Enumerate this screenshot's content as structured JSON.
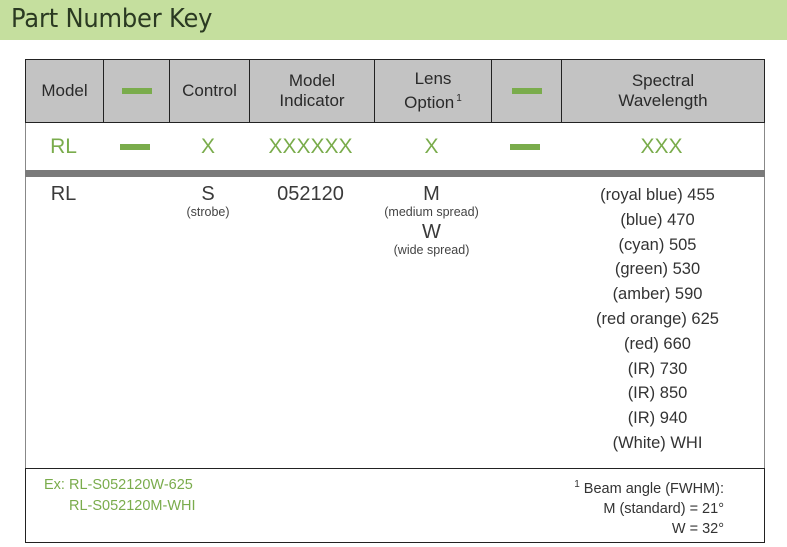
{
  "title": "Part Number Key",
  "colors": {
    "title_bar": "#c5df9e",
    "accent_green": "#7aac4c",
    "header_bg": "#c3c3c3",
    "divider_bar": "#7a7a7a"
  },
  "header": {
    "columns": [
      {
        "label": "Model"
      },
      {
        "label": "",
        "icon": "dash-separator"
      },
      {
        "label": "Control"
      },
      {
        "label_line1": "Model",
        "label_line2": "Indicator"
      },
      {
        "label_line1": "Lens",
        "label_line2": "Option",
        "footnote": "1"
      },
      {
        "label": "",
        "icon": "dash-separator"
      },
      {
        "label_line1": "Spectral",
        "label_line2": "Wavelength"
      }
    ]
  },
  "code_row": {
    "model": "RL",
    "control": "X",
    "model_indicator": "XXXXXX",
    "lens_option": "X",
    "spectral_wavelength": "XXX"
  },
  "details": {
    "model": "RL",
    "control": {
      "code": "S",
      "desc": "(strobe)"
    },
    "model_indicator": "052120",
    "lens_options": [
      {
        "code": "M",
        "desc": "(medium spread)"
      },
      {
        "code": "W",
        "desc": "(wide spread)"
      }
    ],
    "wavelengths": [
      "(royal blue) 455",
      "(blue) 470",
      "(cyan) 505",
      "(green) 530",
      "(amber) 590",
      "(red orange) 625",
      "(red) 660",
      "(IR) 730",
      "(IR) 850",
      "(IR) 940",
      "(White) WHI"
    ]
  },
  "footer": {
    "example_label": "Ex: RL-S052120W-625",
    "example_line2": "RL-S052120M-WHI",
    "footnote_marker": "1",
    "footnote_title": "Beam angle (FWHM):",
    "footnote_line2": "M (standard)  =  21°",
    "footnote_line3": "W =  32°"
  }
}
